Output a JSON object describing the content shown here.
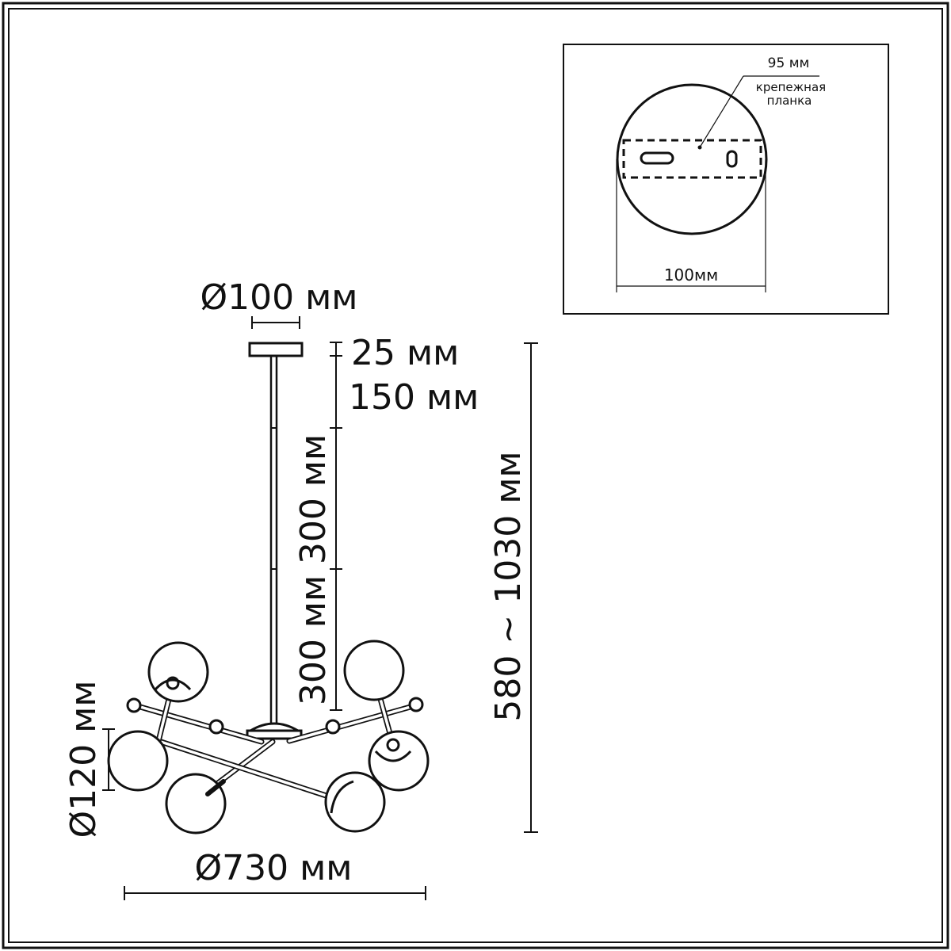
{
  "inset": {
    "plate_width_label": "95 мм",
    "plate_name_line1": "крепежная",
    "plate_name_line2": "планка",
    "canopy_width_label": "100мм"
  },
  "dimensions": {
    "canopy_diameter": "Ø100 мм",
    "canopy_height": "25 мм",
    "top_rod": "150 мм",
    "rod_segment_1": "300 мм",
    "rod_segment_2": "300 мм",
    "total_height": "580  ~ 1030 мм",
    "shade_diameter": "Ø120 мм",
    "overall_diameter": "Ø730 мм"
  },
  "colors": {
    "line": "#111111",
    "background": "#ffffff"
  }
}
